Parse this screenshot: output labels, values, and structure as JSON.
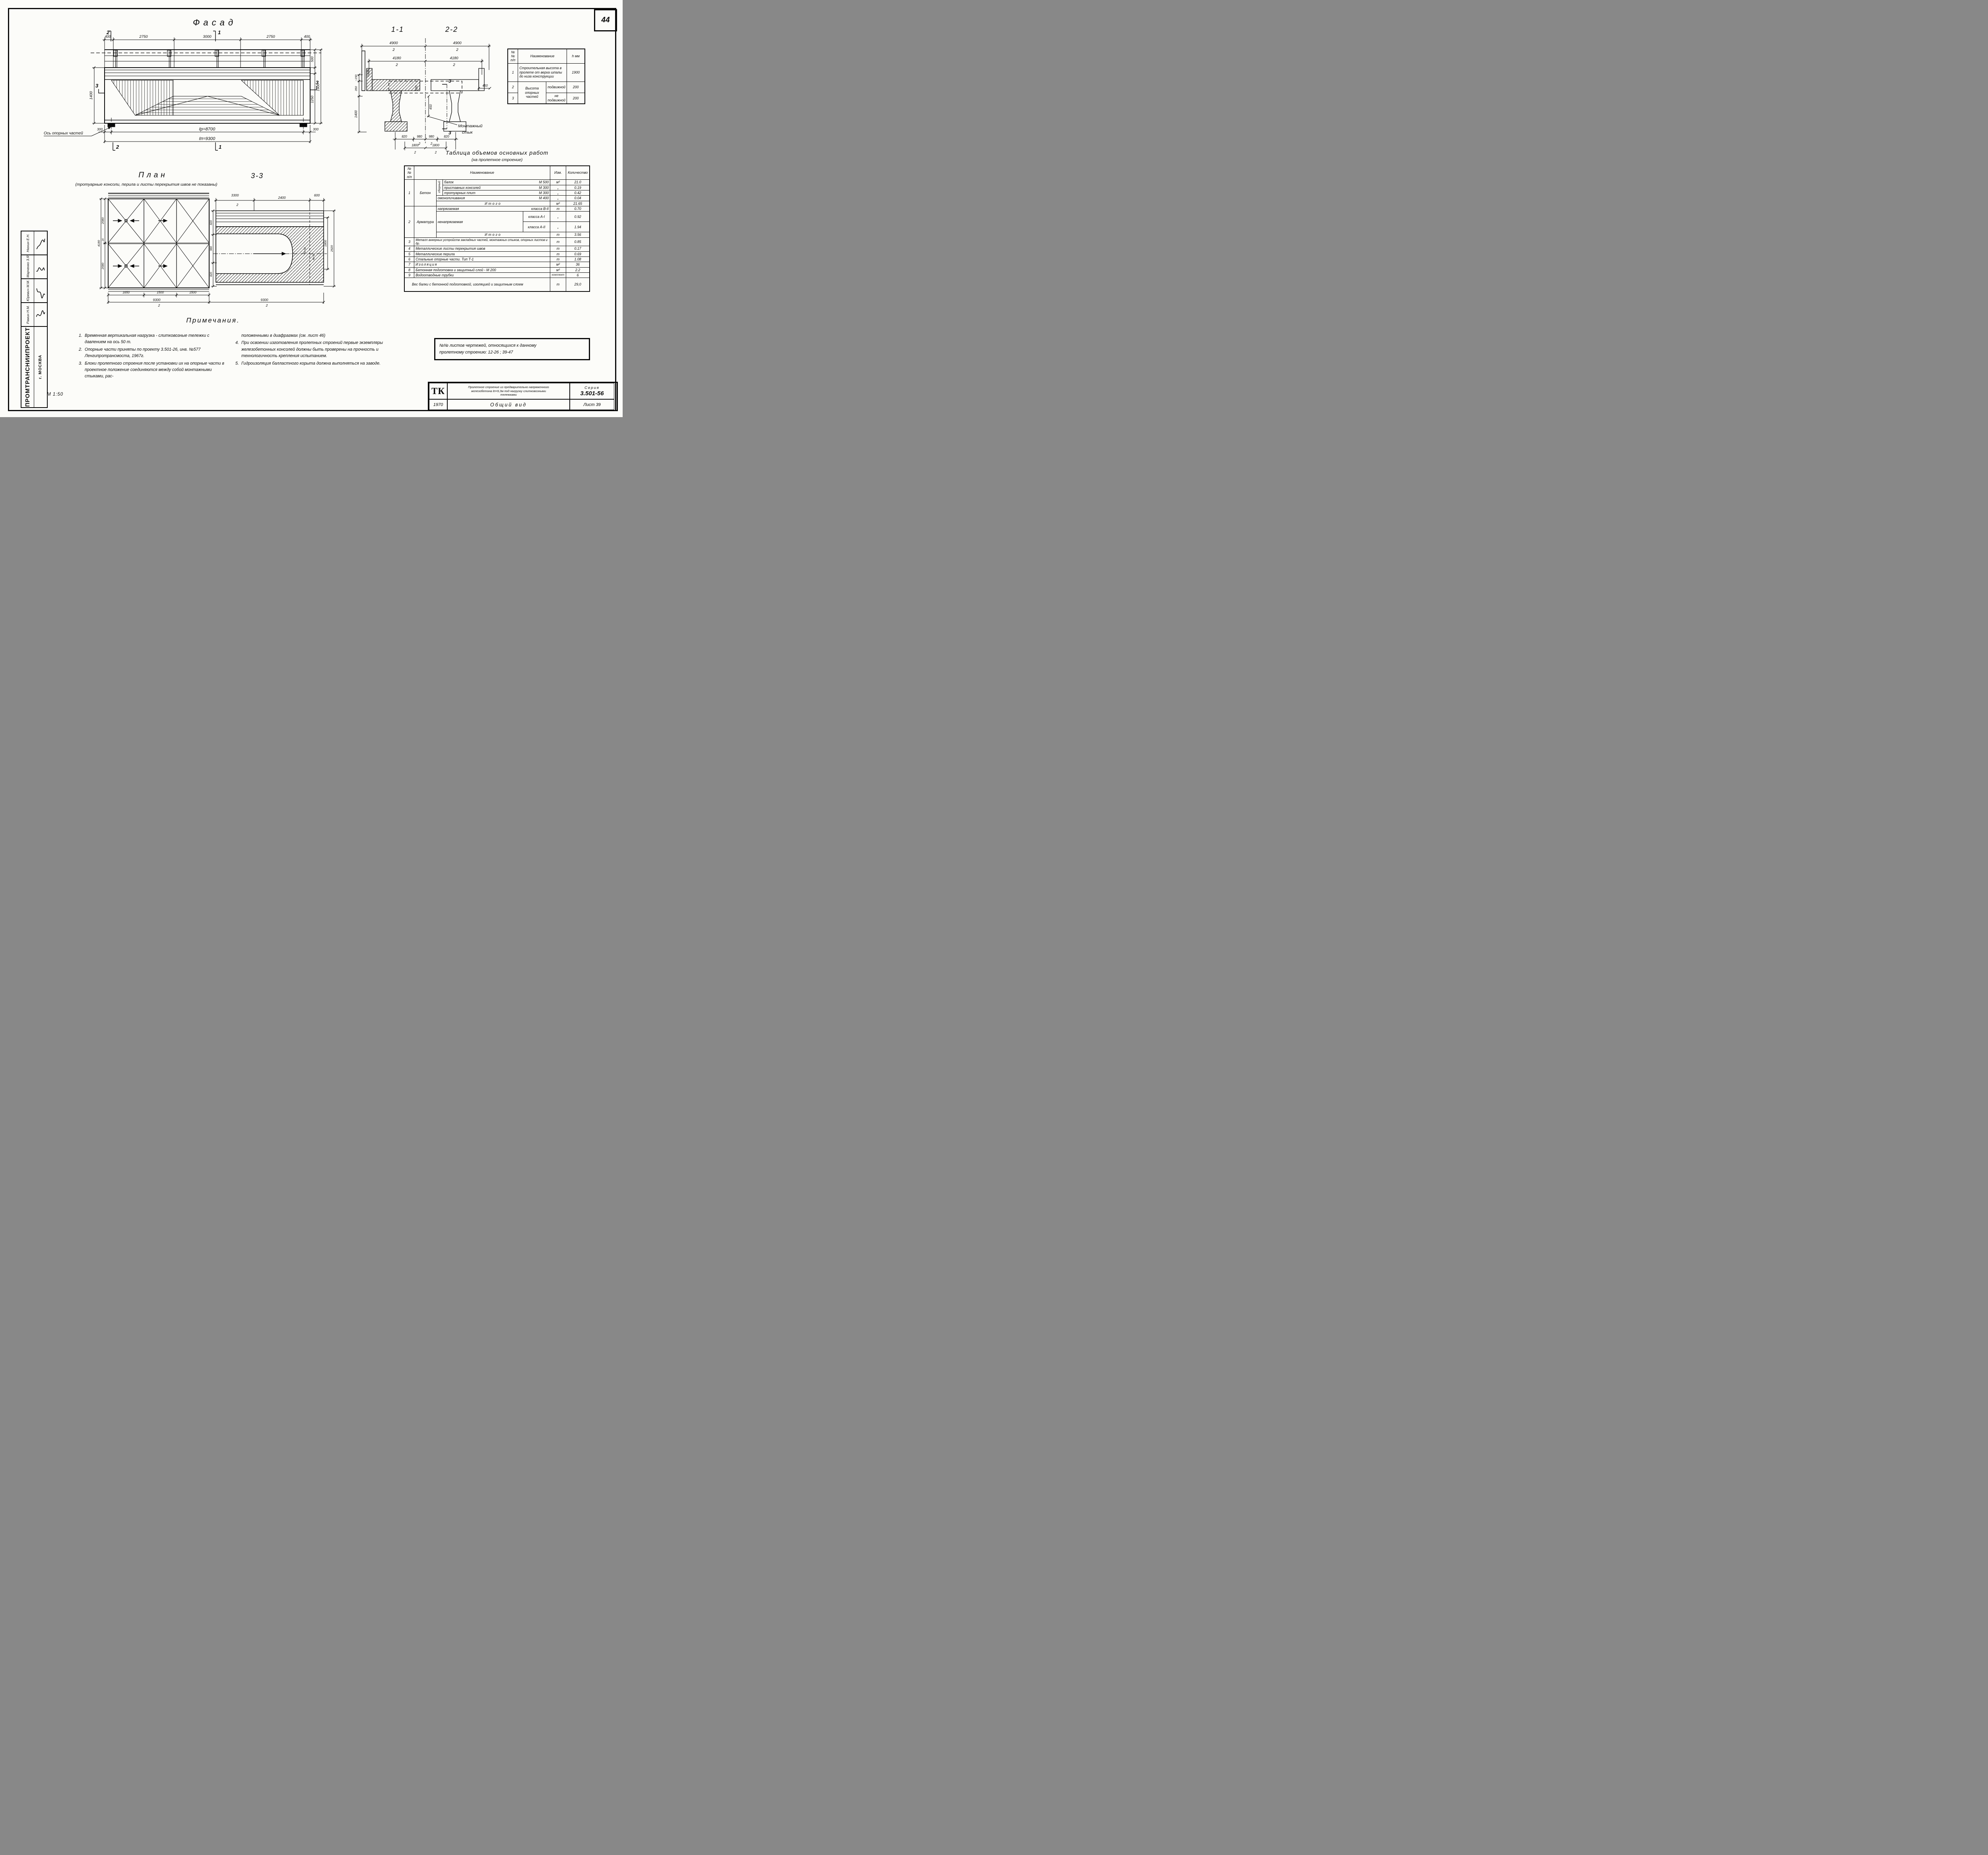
{
  "page_number": "44",
  "scale_label": "М 1:50",
  "sidebar": {
    "org": "ПРОМТРАНСНИИПРОЕКТ",
    "city": "г. МОСКВА",
    "names": [
      "Нюнин Е.Н.",
      "Марченко З.Я",
      "Юревич М.М.",
      "Рамин Н.М."
    ]
  },
  "facade": {
    "title": "Фасад",
    "dims_top": [
      "400",
      "2750",
      "3000",
      "2750",
      "400"
    ],
    "marker_1": "1",
    "marker_2": "2",
    "marker_3": "3",
    "dim_left": "1400",
    "dim_right_rail": "500",
    "dim_right_total": "1900",
    "dim_right_web": "1250",
    "dim_bearing_left": "300",
    "dim_bearing_right": "300",
    "dim_lp": "ℓр=8700",
    "dim_ln": "ℓп=9300",
    "axis_label": "Ось опорных частей"
  },
  "sections": {
    "title_11": "1-1",
    "title_22": "2-2",
    "dim_half_width_num": "4900",
    "dim_half_width_den": "2",
    "dim_deck_num": "4180",
    "dim_deck_den": "2",
    "dim_pole": "1100",
    "dim_left_1": "~150",
    "dim_left_2": "350",
    "dim_left_3": "1400",
    "dim_ballast": "500",
    "dim_center": "450",
    "dim_right": "450",
    "dim_b1": "820",
    "dim_b2_num": "980",
    "dim_b2_den": "2",
    "dim_b3": "820",
    "dim_b4_num": "1800",
    "dim_b4_den": "2",
    "joint_line1": "Монтажный",
    "joint_line2": "стык",
    "marker_3": "3"
  },
  "height_table": {
    "col_num": "№№ п/п",
    "col_name": "Наименование",
    "col_h": "h мм",
    "r1_num": "1",
    "r1_name": "Строительная высота в пролете от верха шпалы до низа конструкции",
    "r1_val": "1900",
    "r2_num": "2",
    "r23_name": "Высота опорных частей",
    "r2_sub": "подвижной",
    "r2_val": "200",
    "r3_num": "3",
    "r3_sub": "не подвижной",
    "r3_val": "200"
  },
  "works_table": {
    "title": "Таблица объемов основных работ",
    "subtitle": "(на пролетное строение)",
    "col_num": "№№ п/п",
    "col_name": "Наименование",
    "col_unit": "Изм.",
    "col_qty": "Количество",
    "beton": {
      "num": "1",
      "name": "Бетон",
      "group": "сборный",
      "i1_name": "балок",
      "i1_grade": "М 500",
      "i1_unit": "м³",
      "i1_qty": "21.0",
      "i2_name": "приставных консолей",
      "i2_grade": "М 300",
      "i2_unit": "„",
      "i2_qty": "0.19",
      "i3_name": "тротуарных плит",
      "i3_grade": "М 300",
      "i3_unit": "„",
      "i3_qty": "0.42",
      "i4_name": "омоноличивания",
      "i4_grade": "М 400",
      "i4_unit": "„",
      "i4_qty": "0.04",
      "total_label": "Итого",
      "total_unit": "м³",
      "total_qty": "21.65"
    },
    "armatura": {
      "num": "2",
      "name": "Арматура",
      "pre_name": "напрягаемая",
      "pre_class": "класса В-II",
      "pre_unit": "т",
      "pre_qty": "0.70",
      "non_name": "ненапрягаемая",
      "c1": "класса А-I",
      "c1_unit": "„",
      "c1_qty": "0.92",
      "c2": "класса А-II",
      "c2_unit": "„",
      "c2_qty": "1.94",
      "total_label": "Итого",
      "total_unit": "т",
      "total_qty": "3.56"
    },
    "r3": {
      "num": "3",
      "name": "Металл анкерных устройств закладных частей, монтажных стыков, опорных листов и др.",
      "unit": "т",
      "qty": "0.85"
    },
    "r4": {
      "num": "4",
      "name": "Металлические листы перекрытия швов",
      "unit": "т",
      "qty": "0.17"
    },
    "r5": {
      "num": "5",
      "name": "Металлические перила",
      "unit": "т",
      "qty": "0.69"
    },
    "r6": {
      "num": "6",
      "name": "Стальные опорные части. Тип Т-1",
      "unit": "т",
      "qty": "1.08"
    },
    "r7": {
      "num": "7",
      "name": "Изоляция",
      "unit": "м²",
      "qty": "36"
    },
    "r8": {
      "num": "8",
      "name": "Бетонная подготовка и защитный слой - М 200",
      "unit": "м³",
      "qty": "2.2"
    },
    "r9": {
      "num": "9",
      "name": "Водоотводные трубки",
      "unit": "комплект",
      "qty": "6"
    },
    "weight": {
      "name": "Вес балки с бетонной подготовкой, изоляцией и защитным слоем",
      "unit": "т",
      "qty": "29,0"
    }
  },
  "plan": {
    "title": "План",
    "subtitle": "(тротуарные консоли, перила и листы перекрытия швов не показаны)",
    "dim_w1": "2080",
    "dim_gap": "20",
    "dim_w2": "2080",
    "dim_total": "4180",
    "dim_b1": "1650",
    "dim_b2": "1500",
    "dim_b3": "1500",
    "dim_half_num": "9300",
    "dim_half_den": "2"
  },
  "sec33": {
    "title": "3-3",
    "dim_t1_num": "3300",
    "dim_t1_den": "2",
    "dim_t2": "2400",
    "dim_t3": "600",
    "dim_l1": "820",
    "dim_l2": "980",
    "dim_l3": "820",
    "dim_r1": "1800",
    "dim_r2": "2620",
    "joint_d1": "60÷50",
    "joint_d2": "40÷30"
  },
  "notes": {
    "heading": "Примечания.",
    "l1n": "1.",
    "l1": "Временная вертикальная нагрузка - слитковозные тележки с давлением на ось 50 т.",
    "l2n": "2.",
    "l2": "Опорные части приняты по проекту 3.501-26, инв. №577 Ленгипротрансмоста, 1967г.",
    "l3n": "3.",
    "l3": "Блоки пролетного строения после установки их на опорные части в проектное положение соединяются между собой монтажными стыками, рас-",
    "r0": "положенными в диафрагмах (см. лист 46)",
    "r4n": "4.",
    "r4": "При освоении изготовления пролетных строений первые экземпляры железобетонных консолей должны быть проверены на прочность и технологичность крепления испытанием.",
    "r5n": "5.",
    "r5": "Гидроизоляция балластного корыта должна выполняться на заводе."
  },
  "sheets_note": {
    "line1": "№№ листов чертежей, относящихся к данному",
    "line2": "пролетному строению: 12-26 ; 39-47"
  },
  "title_block": {
    "logo": "ТК",
    "year": "1970",
    "t1": "Пролетное строение из предварительно напряженного",
    "t2": "железобетона ℓп=9,3м под нагрузку слитковозными",
    "t3": "тележками",
    "series_label": "Серия",
    "series": "3.501-56",
    "view": "Общий вид",
    "sheet": "Лист 39"
  }
}
